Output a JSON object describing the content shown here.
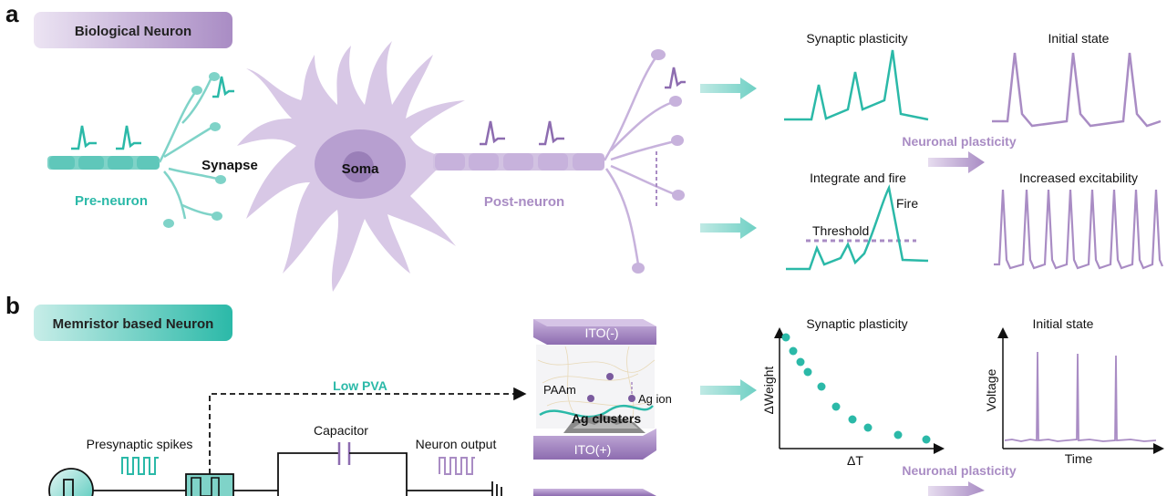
{
  "panel_a": {
    "letter": "a",
    "title": "Biological Neuron",
    "synapse_label": "Synapse",
    "soma_label": "Soma",
    "pre_neuron_label": "Pre-neuron",
    "post_neuron_label": "Post-neuron",
    "synaptic_plasticity_title": "Synaptic plasticity",
    "initial_state_title": "Initial state",
    "neuronal_plasticity_label": "Neuronal plasticity",
    "integrate_fire_title": "Integrate and fire",
    "fire_label": "Fire",
    "threshold_label": "Threshold",
    "increased_excitability_title": "Increased excitability"
  },
  "panel_b": {
    "letter": "b",
    "title": "Memristor based Neuron",
    "low_pva_label": "Low PVA",
    "presynaptic_label": "Presynaptic spikes",
    "capacitor_label": "Capacitor",
    "neuron_output_label": "Neuron output",
    "ito_top_label": "ITO(-)",
    "ito_bottom_label": "ITO(+)",
    "paam_label": "PAAm",
    "ag_ion_label": "Ag ion",
    "ag_clusters_label": "Ag clusters",
    "synaptic_plasticity_title": "Synaptic plasticity",
    "weight_axis_label": "ΔWeight",
    "dt_axis_label": "ΔT",
    "initial_state_title": "Initial state",
    "voltage_axis_label": "Voltage",
    "time_axis_label": "Time",
    "neuronal_plasticity_label": "Neuronal plasticity"
  },
  "colors": {
    "teal": "#2bb9a8",
    "purple": "#a98cc4",
    "dark_purple": "#7a5a9e",
    "soma_fill": "#cdb8de"
  }
}
